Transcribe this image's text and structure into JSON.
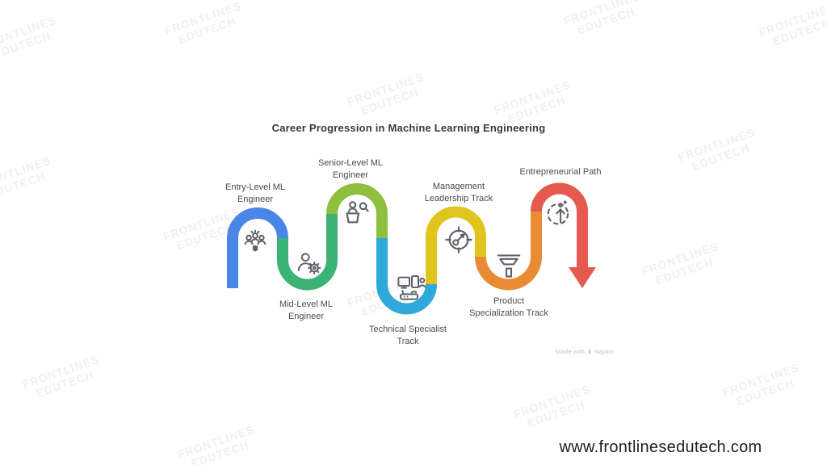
{
  "title": "Career Progression in Machine Learning Engineering",
  "watermark": {
    "line1": "FRONTLINES",
    "line2": "EDUTECH"
  },
  "attribution": {
    "prefix": "Made with",
    "brand": "Napkin"
  },
  "footer": {
    "website": "www.frontlinesedutech.com"
  },
  "diagram": {
    "icon_color": "#5f6368",
    "stages": [
      {
        "label": "Entry-Level ML\nEngineer",
        "color": "#4a86e8",
        "icon": "team-icon"
      },
      {
        "label": "Mid-Level ML\nEngineer",
        "color": "#3ab375",
        "icon": "person-gear-icon"
      },
      {
        "label": "Senior-Level ML\nEngineer",
        "color": "#8fbf3f",
        "icon": "presenter-icon"
      },
      {
        "label": "Technical Specialist\nTrack",
        "color": "#2fa9db",
        "icon": "devices-icon"
      },
      {
        "label": "Management\nLeadership Track",
        "color": "#e0c51e",
        "icon": "compass-icon"
      },
      {
        "label": "Product\nSpecialization Track",
        "color": "#e98b35",
        "icon": "funnel-icon"
      },
      {
        "label": "Entrepreneurial Path",
        "color": "#e6594e",
        "icon": "launch-icon"
      }
    ]
  }
}
